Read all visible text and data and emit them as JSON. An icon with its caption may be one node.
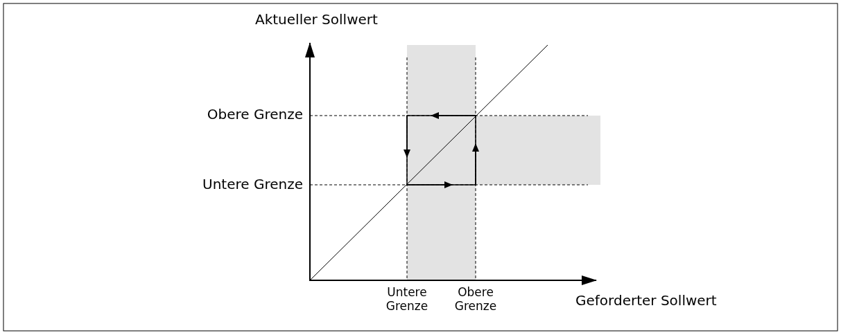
{
  "diagram": {
    "labels": [
      "Aktueller Sollwert",
      "Obere Grenze",
      "Untere Grenze",
      "Untere Grenze",
      "Obere Grenze",
      "Geforderter Sollwert"
    ]
  }
}
